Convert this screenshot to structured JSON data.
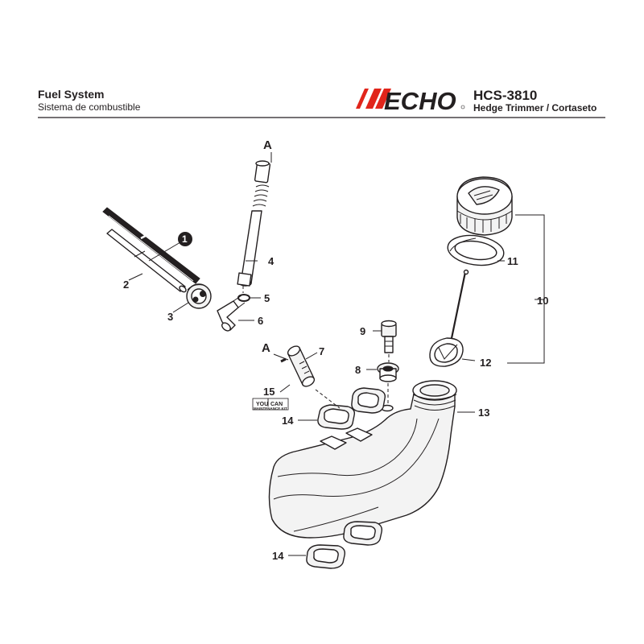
{
  "header": {
    "title": "Fuel System",
    "subtitle": "Sistema de combustible",
    "brand": "ECHO",
    "model": "HCS-3810",
    "model_description": "Hedge Trimmer / Cortaseto"
  },
  "callouts": {
    "c1": "1",
    "c2": "2",
    "c3": "3",
    "c4": "4",
    "c5": "5",
    "c6": "6",
    "c7": "7",
    "c8": "8",
    "c9": "9",
    "c10": "10",
    "c11": "11",
    "c12": "12",
    "c13": "13",
    "c14_upper": "14",
    "c14_lower": "14",
    "c15": "15",
    "ref_a_top": "A",
    "ref_a_mid": "A"
  },
  "kit_badge": {
    "line1": "YOU",
    "line2": "CAN",
    "line3": "MAINTENANCE KIT"
  },
  "colors": {
    "brand_red": "#e1251b",
    "ink": "#231f20"
  }
}
